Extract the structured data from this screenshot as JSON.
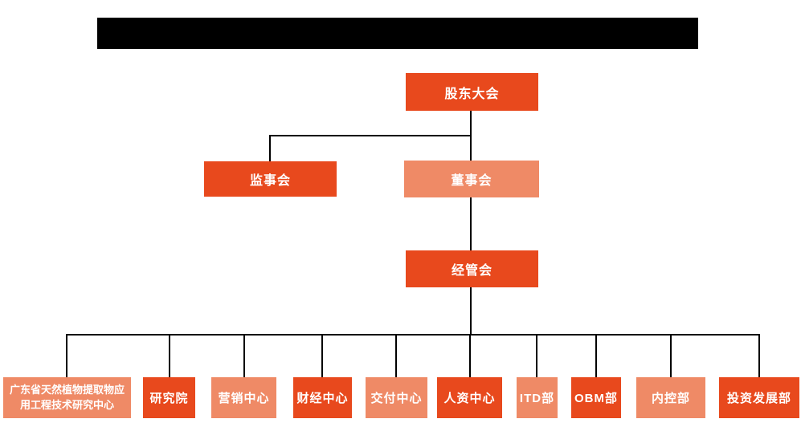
{
  "colors": {
    "node_primary": "#e8491d",
    "node_secondary": "#ef8a66",
    "line": "#000000",
    "title_bar": "#000000"
  },
  "title_bar": {
    "redacted": true,
    "text": ""
  },
  "org": {
    "nodes": {
      "shareholders": {
        "label": "股东大会",
        "variant": "primary"
      },
      "supervisors": {
        "label": "监事会",
        "variant": "primary"
      },
      "directors": {
        "label": "董事会",
        "variant": "secondary"
      },
      "management": {
        "label": "经管会",
        "variant": "primary"
      }
    },
    "departments": [
      {
        "id": "guangdong-plant-extract-research-center",
        "label": "广东省天然植物提取物应用工程技术研究中心",
        "variant": "secondary"
      },
      {
        "id": "research-institute",
        "label": "研究院",
        "variant": "primary"
      },
      {
        "id": "marketing-center",
        "label": "营销中心",
        "variant": "secondary"
      },
      {
        "id": "finance-center",
        "label": "财经中心",
        "variant": "primary"
      },
      {
        "id": "delivery-center",
        "label": "交付中心",
        "variant": "secondary"
      },
      {
        "id": "hr-center",
        "label": "人资中心",
        "variant": "primary"
      },
      {
        "id": "itd-dept",
        "label": "ITD部",
        "variant": "secondary"
      },
      {
        "id": "obm-dept",
        "label": "OBM部",
        "variant": "primary"
      },
      {
        "id": "internal-control-dept",
        "label": "内控部",
        "variant": "secondary"
      },
      {
        "id": "investment-dev-dept",
        "label": "投资发展部",
        "variant": "primary"
      }
    ]
  }
}
